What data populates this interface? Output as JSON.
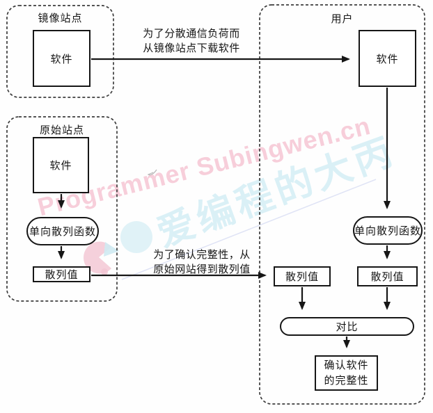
{
  "palette": {
    "stroke": "#1a1a1a",
    "background": "#ffffff",
    "watermark_pink": "#f6c6d4",
    "watermark_cyan": "#d7eff6"
  },
  "watermark": {
    "latin": "Programmer Subingwen.cn",
    "cjk": "爱编程的大丙"
  },
  "mirror_site": {
    "title": "镜像站点",
    "software": "软件"
  },
  "origin_site": {
    "title": "原始站点",
    "software": "软件",
    "hash_fn": "单向散列函数",
    "hash_value": "散列值"
  },
  "user": {
    "title": "用户",
    "software": "软件",
    "hash_fn": "单向散列函数",
    "hash_value_from_origin": "散列值",
    "hash_value_computed": "散列值",
    "compare": "对比",
    "result_line1": "确认软件",
    "result_line2": "的完整性"
  },
  "edge_labels": {
    "download_line1": "为了分散通信负荷而",
    "download_line2": "从镜像站点下载软件",
    "get_hash_line1": "为了确认完整性，从",
    "get_hash_line2": "原始网站得到散列值"
  }
}
